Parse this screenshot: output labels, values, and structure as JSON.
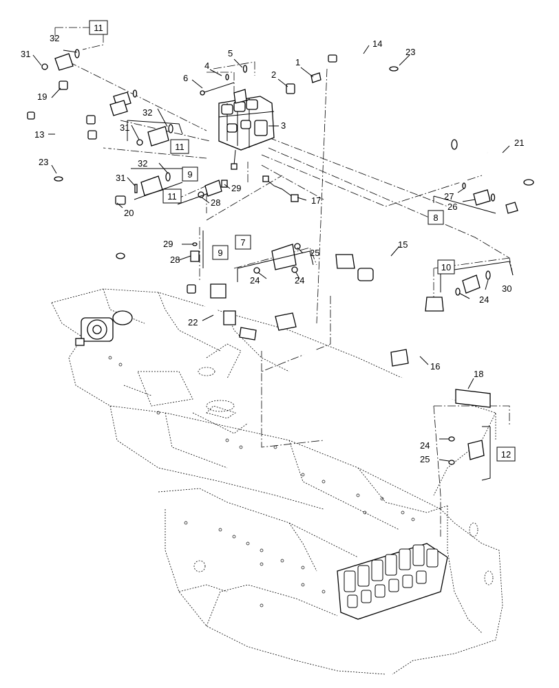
{
  "callouts": {
    "c1": "1",
    "c2": "2",
    "c3": "3",
    "c4": "4",
    "c5": "5",
    "c6": "6",
    "c13": "13",
    "c14": "14",
    "c15": "15",
    "c16": "16",
    "c17": "17",
    "c18": "18",
    "c19": "19",
    "c20": "20",
    "c21": "21",
    "c22": "22",
    "c23a": "23",
    "c23b": "23",
    "c24a": "24",
    "c24b": "24",
    "c24c": "24",
    "c24d": "24",
    "c25a": "25",
    "c25b": "25",
    "c26": "26",
    "c27": "27",
    "c28a": "28",
    "c28b": "28",
    "c29a": "29",
    "c29b": "29",
    "c30": "30",
    "c31a": "31",
    "c31b": "31",
    "c31c": "31",
    "c32a": "32",
    "c32b": "32",
    "c32c": "32"
  },
  "kits": {
    "k7": "7",
    "k8": "8",
    "k9a": "9",
    "k9b": "9",
    "k10": "10",
    "k11a": "11",
    "k11b": "11",
    "k11c": "11",
    "k12": "12"
  }
}
